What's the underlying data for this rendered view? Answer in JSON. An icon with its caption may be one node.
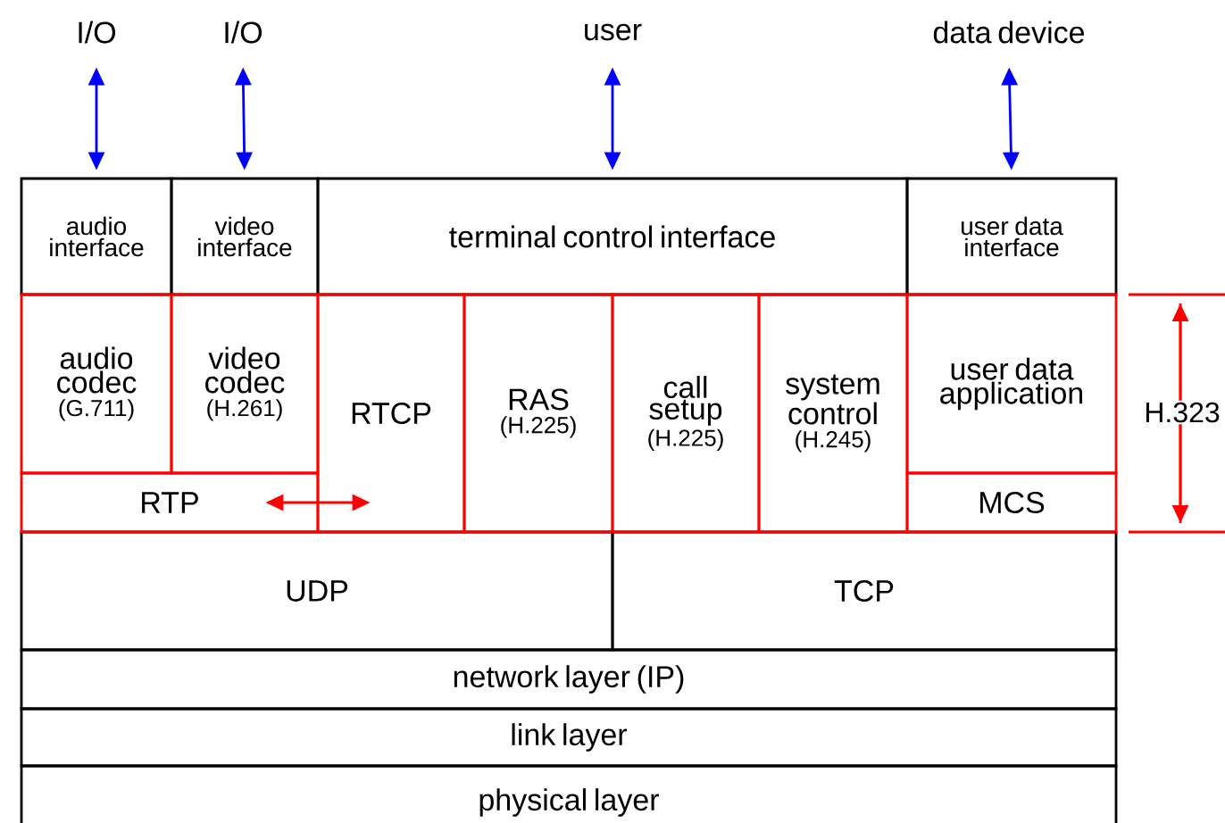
{
  "diagram": {
    "nodes": [
      {
        "text": [
          "I/O"
        ]
      },
      {
        "text": [
          "I/O"
        ]
      },
      {
        "text": [
          "user"
        ]
      },
      {
        "text": [
          "data device"
        ]
      },
      {
        "text": [
          "audio interface"
        ]
      },
      {
        "text": [
          "video interface"
        ]
      },
      {
        "text": [
          "terminal control interface"
        ]
      },
      {
        "text": [
          "user data interface"
        ]
      },
      {
        "text": [
          "audio codec",
          "(G.711)"
        ]
      },
      {
        "text": [
          "video codec",
          "(H.261)"
        ]
      },
      {
        "text": [
          "RTCP"
        ]
      },
      {
        "text": [
          "RAS",
          "(H.225)"
        ]
      },
      {
        "text": [
          "call setup",
          "(H.225)"
        ]
      },
      {
        "text": [
          "system control",
          "(H.245)"
        ]
      },
      {
        "text": [
          "user data application"
        ]
      },
      {
        "text": [
          "RTP"
        ]
      },
      {
        "text": [
          "MCS"
        ]
      },
      {
        "text": [
          "UDP"
        ]
      },
      {
        "text": [
          "TCP"
        ]
      },
      {
        "text": [
          "network layer (IP)"
        ]
      },
      {
        "text": [
          "link layer"
        ]
      },
      {
        "text": [
          "physical layer"
        ]
      }
    ],
    "edges": [
      {
        "from": 0,
        "to": 4,
        "arrow": "both"
      },
      {
        "from": 1,
        "to": 5,
        "arrow": "both"
      },
      {
        "from": 2,
        "to": 6,
        "arrow": "both"
      },
      {
        "from": 3,
        "to": 7,
        "arrow": "both"
      },
      {
        "from": 15,
        "to": 10,
        "arrow": "both",
        "color": "#ff0000"
      }
    ],
    "labels": [
      "H.323"
    ]
  }
}
